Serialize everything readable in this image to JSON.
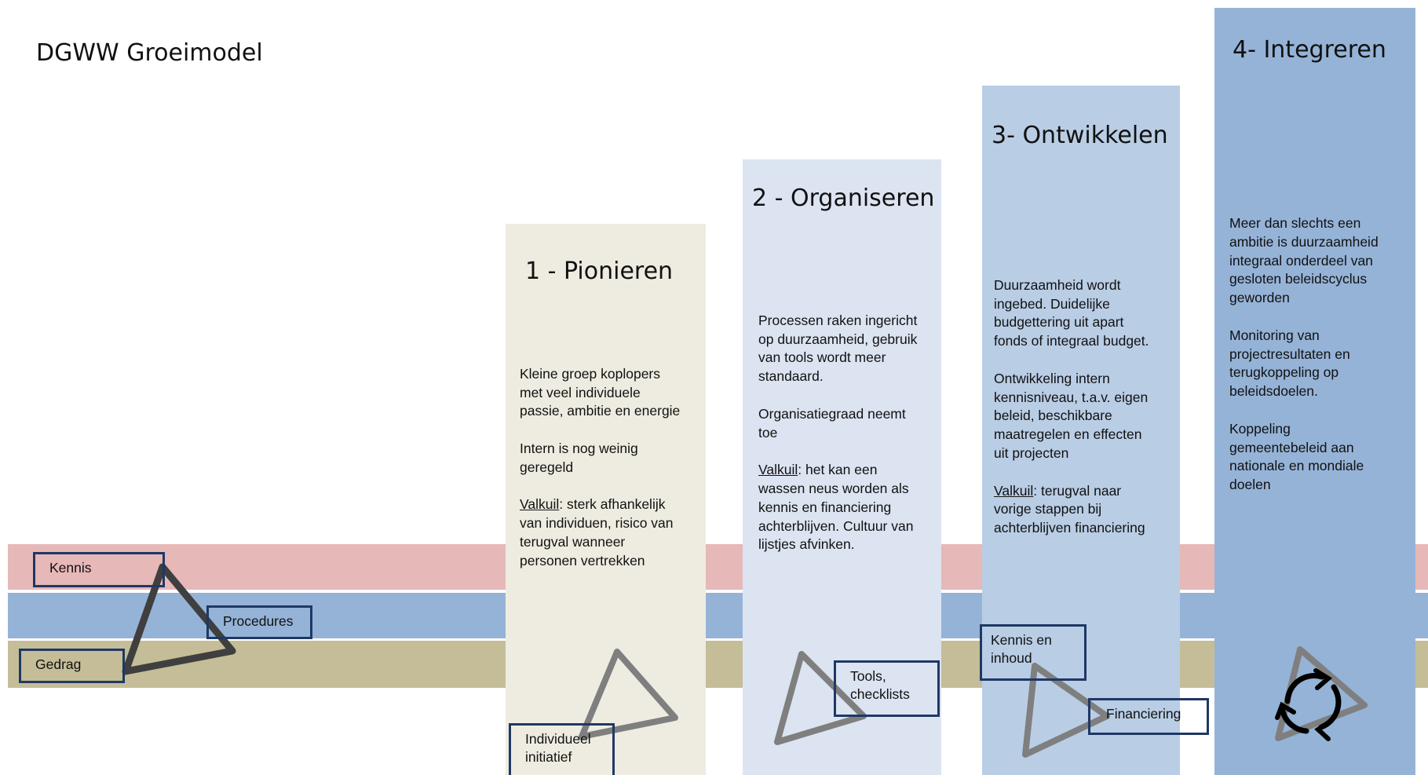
{
  "title": "DGWW Groeimodel",
  "bands": {
    "kennis": "Kennis",
    "procedures": "Procedures",
    "gedrag": "Gedrag"
  },
  "columns": [
    {
      "title": "1 - Pionieren",
      "text": "Kleine groep koplopers\nmet veel individuele\npassie, ambitie en energie\n\nIntern is nog weinig\ngeregeld",
      "pitfall_label": "Valkuil",
      "pitfall_text": ": sterk afhankelijk\nvan individuen, risico van\nterugval wanneer\npersonen vertrekken",
      "box_label": "Individueel\ninitiatief",
      "color": "#eeece1"
    },
    {
      "title": "2 - Organiseren",
      "text": "Processen raken ingericht\nop duurzaamheid, gebruik\nvan tools wordt meer\nstandaard.\n\nOrganisatiegraad neemt\ntoe\n\n",
      "pitfall_label": "Valkuil",
      "pitfall_text": ": het kan een\nwassen neus worden als\nkennis en financiering\nachterblijven. Cultuur van\nlijstjes afvinken.",
      "box_label": "Tools,\nchecklists",
      "color": "#dce4f2"
    },
    {
      "title": "3- Ontwikkelen",
      "text": "Duurzaamheid wordt\ningebed. Duidelijke\nbudgettering uit apart\nfonds of integraal budget.\n\nOntwikkeling intern\nkennisniveau, t.a.v. eigen\nbeleid, beschikbare\nmaatregelen en effecten\nuit projecten",
      "pitfall_label": "Valkuil",
      "pitfall_text": ": terugval naar\nvorige stappen bij\nachterblijven financiering",
      "box_label": "Kennis en\ninhoud",
      "box_label_2": "Financiering",
      "color": "#b9cde5"
    },
    {
      "title": "4- Integreren",
      "text": "Meer dan slechts een\nambitie is duurzaamheid\nintegraal onderdeel van\ngesloten beleidscyclus\ngeworden\n\nMonitoring van\nprojectresultaten en\nterugkoppeling op\nbeleidsdoelen.\n\nKoppeling\ngemeentebeleid aan\nnationale en mondiale\ndoelen",
      "color": "#95b3d7"
    }
  ],
  "band_colors": {
    "kennis": "#e6b8b7",
    "procedures": "#95b3d7",
    "gedrag": "#c4bd97"
  },
  "box_border_color": "#1f3864",
  "icons": [
    "triangle-icon",
    "cycle-arrows-icon"
  ]
}
